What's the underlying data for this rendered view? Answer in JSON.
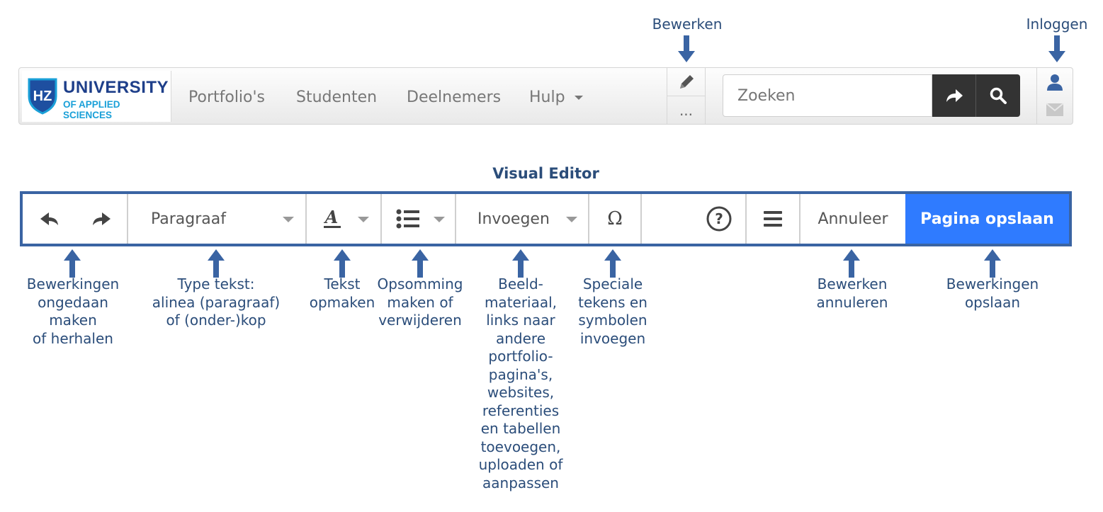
{
  "annotations_top": {
    "edit": "Bewerken",
    "login": "Inloggen"
  },
  "logo": {
    "badge_text": "HZ",
    "university": "UNIVERSITY",
    "subline": "OF APPLIED SCIENCES"
  },
  "nav": {
    "items": [
      "Portfolio's",
      "Studenten",
      "Deelnemers",
      "Hulp"
    ],
    "more": "..."
  },
  "search": {
    "placeholder": "Zoeken"
  },
  "editor": {
    "title": "Visual Editor",
    "paragraph_label": "Paragraaf",
    "text_style_glyph": "A",
    "insert_label": "Invoegen",
    "special_char_glyph": "Ω",
    "help_glyph": "?",
    "cancel_label": "Annuleer",
    "save_label": "Pagina opslaan"
  },
  "annotations_bottom": {
    "undo_redo": "Bewerkingen\nongedaan\nmaken\nof herhalen",
    "text_type": "Type tekst:\nalinea (paragraaf)\nof (onder-)kop",
    "format_text": "Tekst\nopmaken",
    "list": "Opsomming\nmaken of\nverwijderen",
    "insert": "Beeld-\nmateriaal,\nlinks naar\nandere\nportfolio-\npagina's,\nwebsites,\nreferenties\nen tabellen\ntoevoegen,\nuploaden of\naanpassen",
    "special": "Speciale\ntekens en\nsymbolen\ninvoegen",
    "cancel": "Bewerken\nannuleren",
    "save": "Bewerkingen\nopslaan"
  },
  "colors": {
    "annotation": "#2b4d7a",
    "arrow": "#3a64a3",
    "toolbar_border": "#3a64a3",
    "save_button": "#2f7bff",
    "search_button": "#333333"
  }
}
